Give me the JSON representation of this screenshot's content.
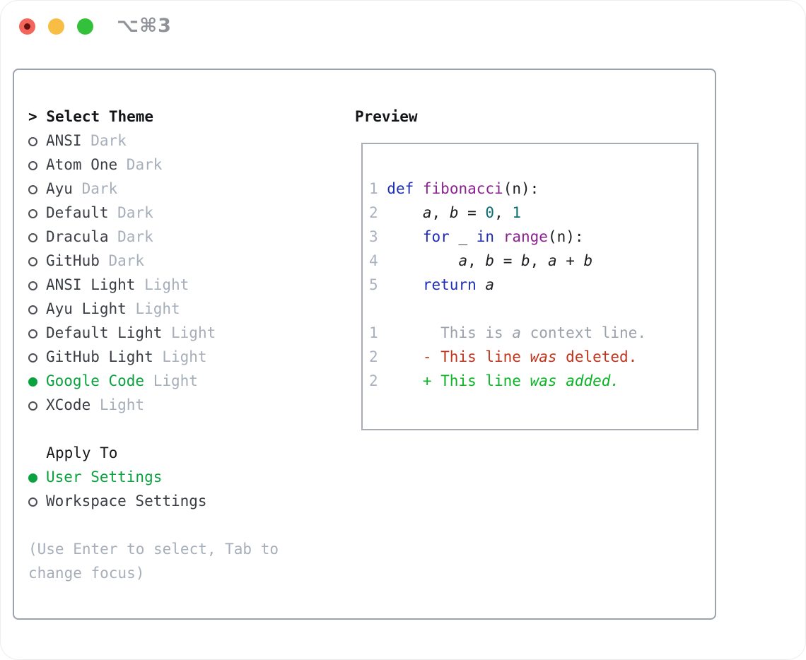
{
  "window": {
    "shortcut": "⌥⌘3",
    "traffic_lights": [
      {
        "name": "close",
        "color": "#f4645a"
      },
      {
        "name": "minimize",
        "color": "#f8bd45"
      },
      {
        "name": "zoom",
        "color": "#33c13c"
      }
    ]
  },
  "theme_panel": {
    "title_prefix": ">",
    "title": "Select Theme",
    "themes": [
      {
        "name": "ANSI",
        "variant": "Dark",
        "selected": false
      },
      {
        "name": "Atom One",
        "variant": "Dark",
        "selected": false
      },
      {
        "name": "Ayu",
        "variant": "Dark",
        "selected": false
      },
      {
        "name": "Default",
        "variant": "Dark",
        "selected": false
      },
      {
        "name": "Dracula",
        "variant": "Dark",
        "selected": false
      },
      {
        "name": "GitHub",
        "variant": "Dark",
        "selected": false
      },
      {
        "name": "ANSI Light",
        "variant": "Light",
        "selected": false
      },
      {
        "name": "Ayu Light",
        "variant": "Light",
        "selected": false
      },
      {
        "name": "Default Light",
        "variant": "Light",
        "selected": false
      },
      {
        "name": "GitHub Light",
        "variant": "Light",
        "selected": false
      },
      {
        "name": "Google Code",
        "variant": "Light",
        "selected": true
      },
      {
        "name": "XCode",
        "variant": "Light",
        "selected": false
      }
    ],
    "apply_to": {
      "title": "Apply To",
      "options": [
        {
          "label": "User Settings",
          "selected": true
        },
        {
          "label": "Workspace Settings",
          "selected": false
        }
      ]
    },
    "hint_lines": [
      "(Use Enter to select, Tab to",
      "change focus)"
    ]
  },
  "preview": {
    "title": "Preview",
    "code_lines": [
      {
        "num": "1",
        "tokens": [
          {
            "t": "def",
            "c": "kw"
          },
          {
            "t": " "
          },
          {
            "t": "fibonacci",
            "c": "fn"
          },
          {
            "t": "(n):"
          }
        ]
      },
      {
        "num": "2",
        "tokens": [
          {
            "t": "    "
          },
          {
            "t": "a",
            "i": true
          },
          {
            "t": ", "
          },
          {
            "t": "b",
            "i": true
          },
          {
            "t": " = "
          },
          {
            "t": "0",
            "c": "num"
          },
          {
            "t": ", "
          },
          {
            "t": "1",
            "c": "num"
          }
        ]
      },
      {
        "num": "3",
        "tokens": [
          {
            "t": "    "
          },
          {
            "t": "for",
            "c": "kw"
          },
          {
            "t": " _ "
          },
          {
            "t": "in",
            "c": "kw"
          },
          {
            "t": " "
          },
          {
            "t": "range",
            "c": "fn"
          },
          {
            "t": "(n):"
          }
        ]
      },
      {
        "num": "4",
        "tokens": [
          {
            "t": "        "
          },
          {
            "t": "a",
            "i": true
          },
          {
            "t": ", "
          },
          {
            "t": "b",
            "i": true
          },
          {
            "t": " = "
          },
          {
            "t": "b",
            "i": true
          },
          {
            "t": ", "
          },
          {
            "t": "a",
            "i": true
          },
          {
            "t": " + "
          },
          {
            "t": "b",
            "i": true
          }
        ]
      },
      {
        "num": "5",
        "tokens": [
          {
            "t": "    "
          },
          {
            "t": "return",
            "c": "kw"
          },
          {
            "t": " "
          },
          {
            "t": "a",
            "i": true
          }
        ]
      }
    ],
    "diff_lines": [
      {
        "num": "1",
        "kind": "ctx",
        "tokens": [
          {
            "t": "      This is "
          },
          {
            "t": "a",
            "i": true
          },
          {
            "t": " context line."
          }
        ]
      },
      {
        "num": "2",
        "kind": "del",
        "tokens": [
          {
            "t": "    - This line "
          },
          {
            "t": "was",
            "i": true
          },
          {
            "t": " deleted."
          }
        ]
      },
      {
        "num": "2",
        "kind": "add",
        "tokens": [
          {
            "t": "    + This line "
          },
          {
            "t": "was",
            "i": true
          },
          {
            "t": " "
          },
          {
            "t": "added.",
            "i": true
          }
        ]
      }
    ]
  },
  "colors": {
    "selected_green": "#0aa23e",
    "keyword_blue": "#1e2eb4",
    "function_purple": "#8b2191",
    "number_teal": "#0a6e73",
    "diff_deleted_red": "#c2331c",
    "diff_added_green": "#0ab626",
    "muted_gray": "#a6aeba",
    "context_gray": "#9aa1aa",
    "line_number_gray": "#a9b1bf",
    "panel_border": "#9aa3af",
    "traffic_red": "#f4645a",
    "traffic_yellow": "#f8bd45",
    "traffic_green": "#33c13c"
  }
}
